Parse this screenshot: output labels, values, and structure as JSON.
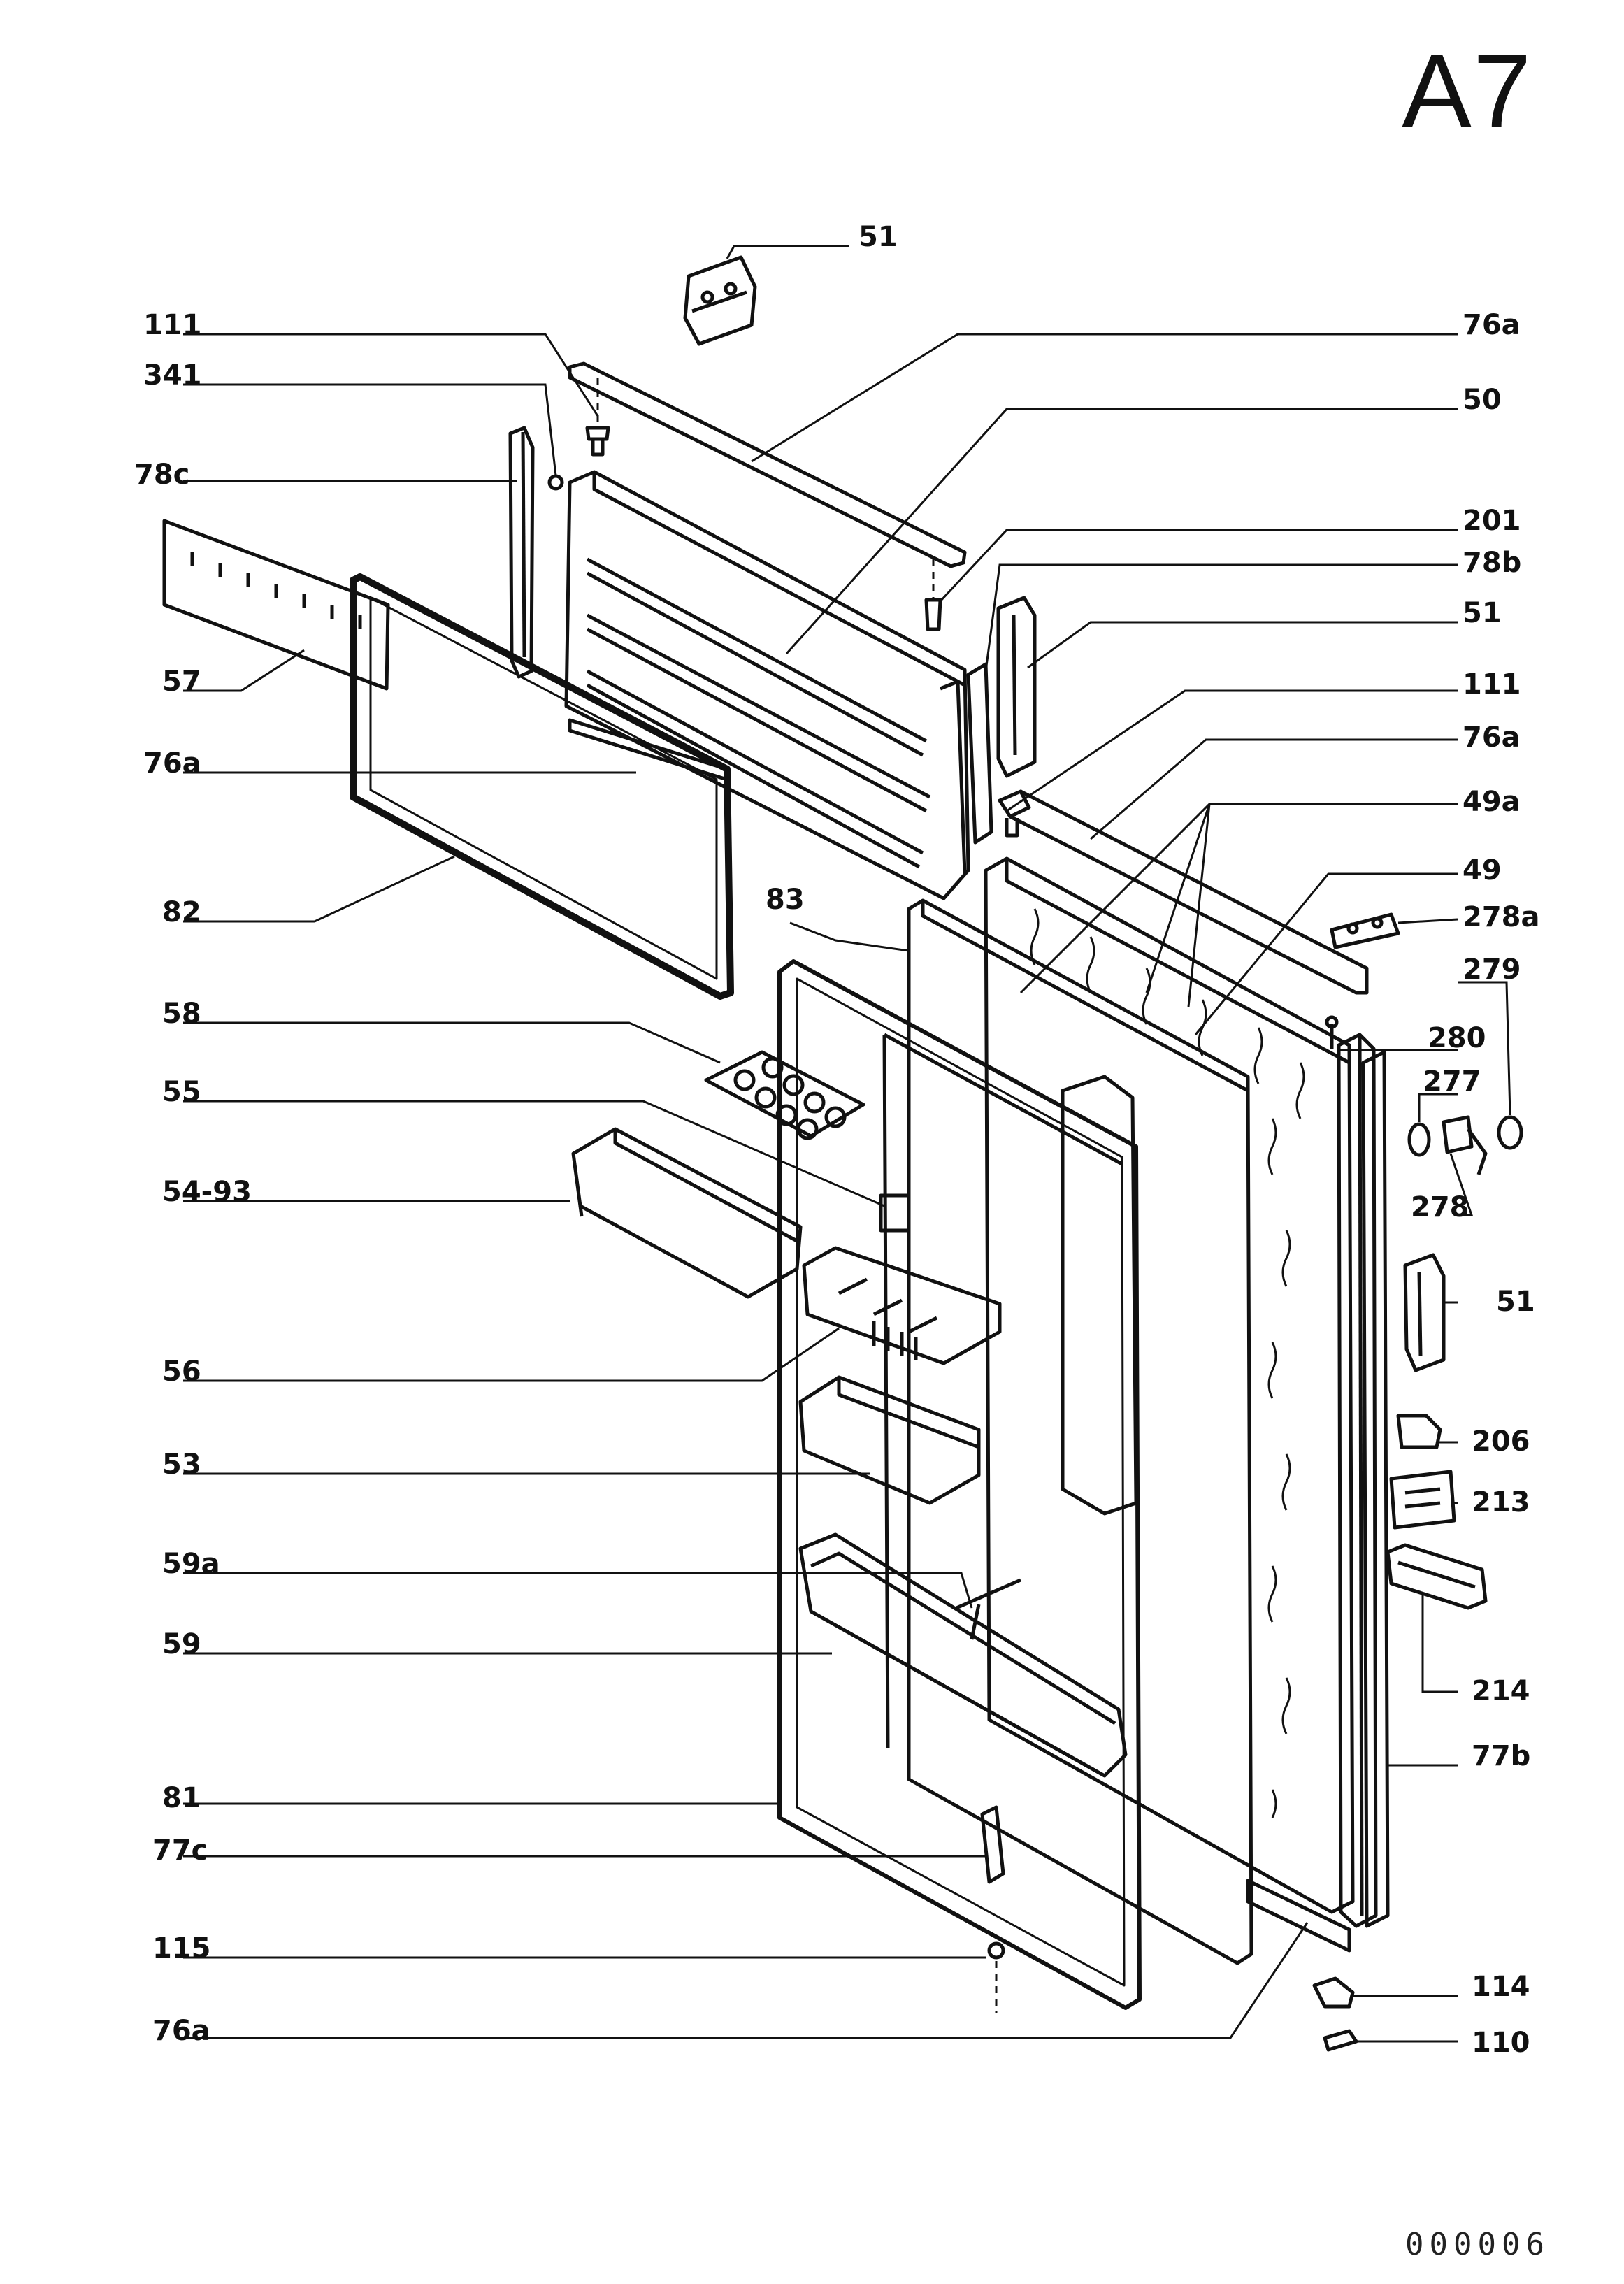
{
  "page": {
    "title": "A7",
    "doc_number": "000006"
  },
  "callouts": [
    {
      "id": "c51-top",
      "text": "51"
    },
    {
      "id": "c111-l",
      "text": "111"
    },
    {
      "id": "c76a-tr",
      "text": "76a"
    },
    {
      "id": "c341",
      "text": "341"
    },
    {
      "id": "c50",
      "text": "50"
    },
    {
      "id": "c78c",
      "text": "78c"
    },
    {
      "id": "c201",
      "text": "201"
    },
    {
      "id": "c78b",
      "text": "78b"
    },
    {
      "id": "c51-mid",
      "text": "51"
    },
    {
      "id": "c57",
      "text": "57"
    },
    {
      "id": "c111-r",
      "text": "111"
    },
    {
      "id": "c76a-l",
      "text": "76a"
    },
    {
      "id": "c76a-r",
      "text": "76a"
    },
    {
      "id": "c49a",
      "text": "49a"
    },
    {
      "id": "c82",
      "text": "82"
    },
    {
      "id": "c83",
      "text": "83"
    },
    {
      "id": "c49",
      "text": "49"
    },
    {
      "id": "c278a",
      "text": "278a"
    },
    {
      "id": "c279",
      "text": "279"
    },
    {
      "id": "c58",
      "text": "58"
    },
    {
      "id": "c280",
      "text": "280"
    },
    {
      "id": "c55",
      "text": "55"
    },
    {
      "id": "c277",
      "text": "277"
    },
    {
      "id": "c54-93",
      "text": "54-93"
    },
    {
      "id": "c278",
      "text": "278"
    },
    {
      "id": "c51-low",
      "text": "51"
    },
    {
      "id": "c56",
      "text": "56"
    },
    {
      "id": "c206",
      "text": "206"
    },
    {
      "id": "c53",
      "text": "53"
    },
    {
      "id": "c213",
      "text": "213"
    },
    {
      "id": "c59a",
      "text": "59a"
    },
    {
      "id": "c59",
      "text": "59"
    },
    {
      "id": "c214",
      "text": "214"
    },
    {
      "id": "c77b",
      "text": "77b"
    },
    {
      "id": "c81",
      "text": "81"
    },
    {
      "id": "c77c",
      "text": "77c"
    },
    {
      "id": "c115",
      "text": "115"
    },
    {
      "id": "c114",
      "text": "114"
    },
    {
      "id": "c76a-b",
      "text": "76a"
    },
    {
      "id": "c110",
      "text": "110"
    }
  ]
}
